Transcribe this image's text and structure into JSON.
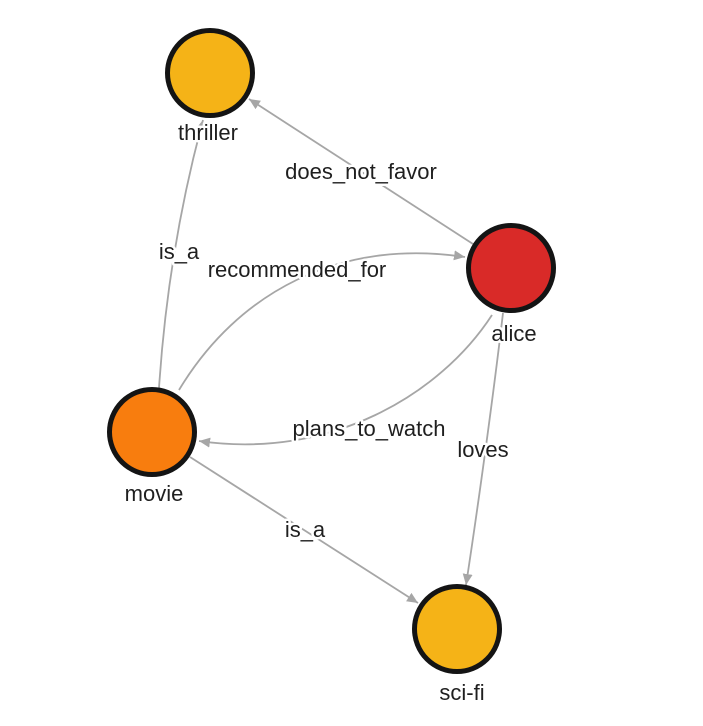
{
  "canvas": {
    "background": "#ffffff"
  },
  "graph": {
    "type": "directed-knowledge-graph",
    "node_border_color": "#141414",
    "edge_color": "#a6a6a6",
    "label_color": "#1f1f1f",
    "nodes": [
      {
        "id": "thriller",
        "label": "thriller",
        "color": "#f5b317"
      },
      {
        "id": "alice",
        "label": "alice",
        "color": "#d92a28"
      },
      {
        "id": "movie",
        "label": "movie",
        "color": "#f87d0e"
      },
      {
        "id": "sci-fi",
        "label": "sci-fi",
        "color": "#f5b317"
      }
    ],
    "edges": [
      {
        "label": "is_a",
        "from": "movie",
        "to": "thriller"
      },
      {
        "label": "does_not_favor",
        "from": "alice",
        "to": "thriller"
      },
      {
        "label": "recommended_for",
        "from": "movie",
        "to": "alice"
      },
      {
        "label": "plans_to_watch",
        "from": "alice",
        "to": "movie"
      },
      {
        "label": "loves",
        "from": "alice",
        "to": "sci-fi"
      },
      {
        "label": "is_a",
        "from": "movie",
        "to": "sci-fi"
      }
    ]
  }
}
